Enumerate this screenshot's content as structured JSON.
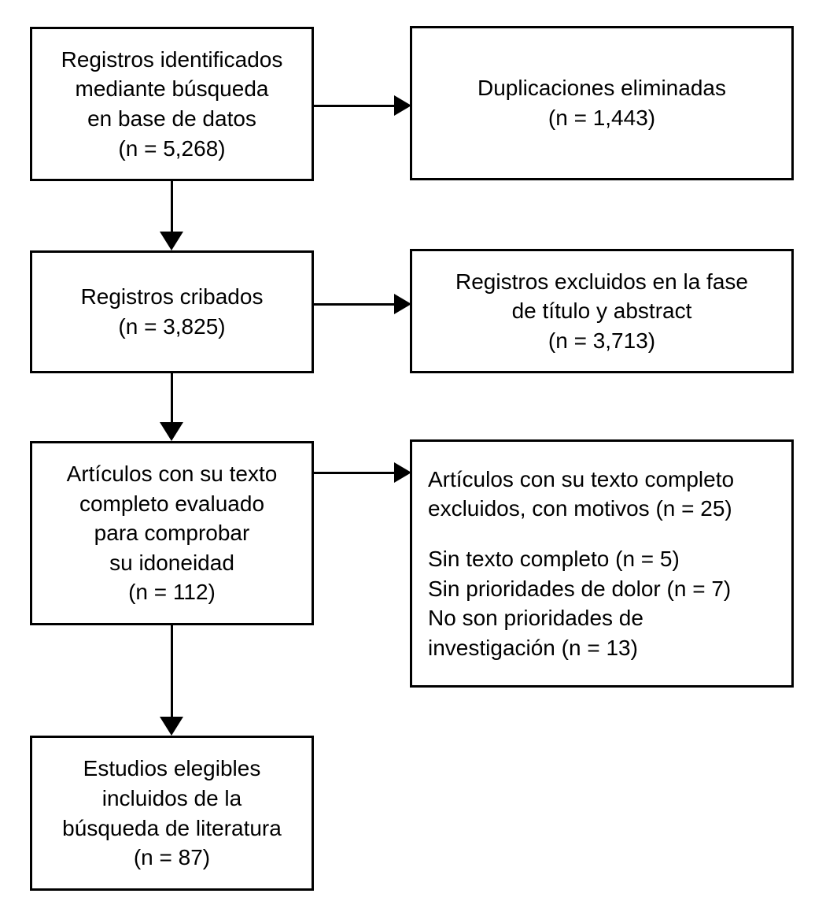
{
  "diagram": {
    "type": "prisma-flow-diagram",
    "language": "es",
    "colors": {
      "stroke": "#000000",
      "background": "#ffffff",
      "text": "#000000"
    },
    "nodes": [
      {
        "id": "identified",
        "align": "center",
        "lines": [
          "Registros identificados",
          "mediante búsqueda",
          "en base de datos",
          "(n = 5,268)"
        ],
        "count": "5,268"
      },
      {
        "id": "duplicates",
        "align": "center",
        "lines": [
          "Duplicaciones eliminadas",
          "(n = 1,443)"
        ],
        "count": "1,443"
      },
      {
        "id": "screened",
        "align": "center",
        "lines": [
          "Registros cribados",
          "(n = 3,825)"
        ],
        "count": "3,825"
      },
      {
        "id": "excluded",
        "align": "center",
        "lines": [
          "Registros excluidos en la fase",
          "de título y abstract",
          "(n = 3,713)"
        ],
        "count": "3,713"
      },
      {
        "id": "fulltext",
        "align": "center",
        "lines": [
          "Artículos con su texto",
          "completo evaluado",
          "para comprobar",
          "su idoneidad",
          "(n = 112)"
        ],
        "count": "112"
      },
      {
        "id": "reasons",
        "align": "left",
        "lines": [
          "Artículos con su texto completo",
          "excluidos, con motivos (n = 25)",
          "",
          "Sin texto completo (n = 5)",
          "Sin prioridades de dolor (n = 7)",
          "No son prioridades de",
          "investigación (n = 13)"
        ],
        "count": "25",
        "reasons": [
          {
            "label": "Sin texto completo",
            "n": "5"
          },
          {
            "label": "Sin prioridades de dolor",
            "n": "7"
          },
          {
            "label": "No son prioridades de investigación",
            "n": "13"
          }
        ]
      },
      {
        "id": "included",
        "align": "center",
        "lines": [
          "Estudios elegibles",
          "incluidos de la",
          "búsqueda de literatura",
          "(n = 87)"
        ],
        "count": "87"
      }
    ],
    "connectors": [
      {
        "id": "ident-dup",
        "from": "identified",
        "to": "duplicates",
        "direction": "right"
      },
      {
        "id": "scr-exc",
        "from": "screened",
        "to": "excluded",
        "direction": "right"
      },
      {
        "id": "full-reas",
        "from": "fulltext",
        "to": "reasons",
        "direction": "right"
      },
      {
        "id": "ident-scr",
        "from": "identified",
        "to": "screened",
        "direction": "down"
      },
      {
        "id": "scr-full",
        "from": "screened",
        "to": "fulltext",
        "direction": "down"
      },
      {
        "id": "full-incl",
        "from": "fulltext",
        "to": "included",
        "direction": "down"
      }
    ]
  }
}
